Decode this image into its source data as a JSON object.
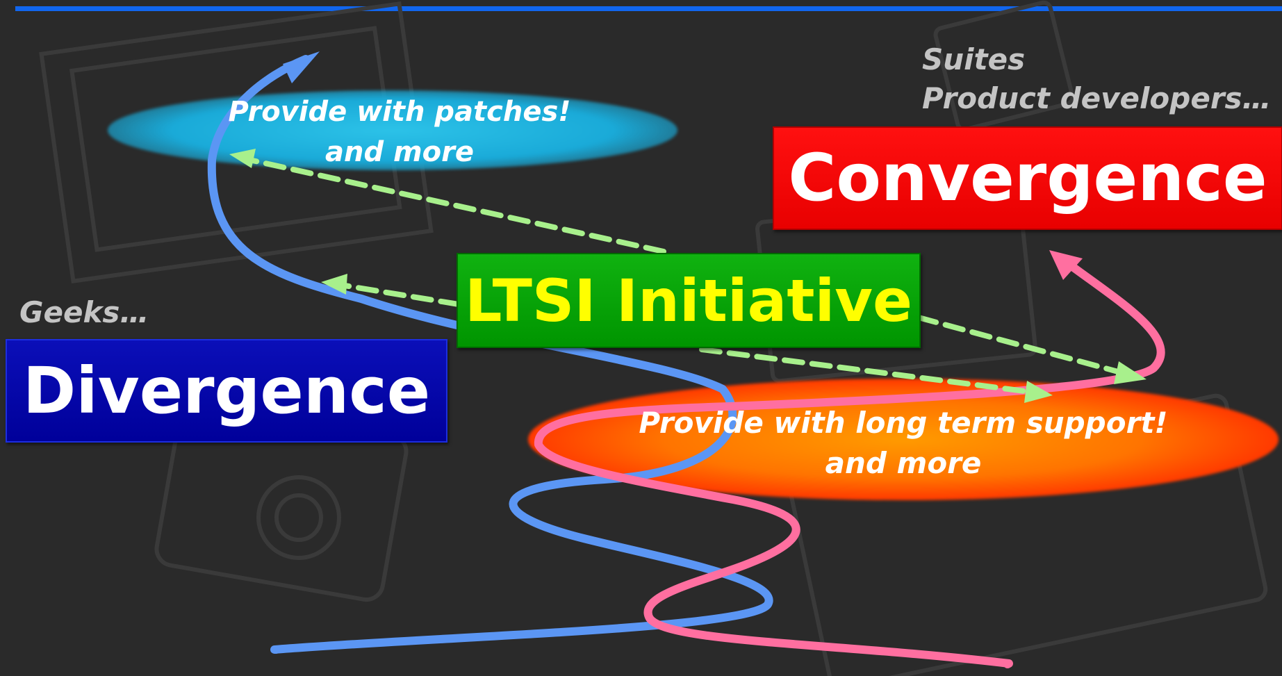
{
  "labels": {
    "top_right_audience_line1": "Suites",
    "top_right_audience_line2": "Product developers…",
    "left_audience": "Geeks…"
  },
  "boxes": {
    "convergence": "Convergence",
    "divergence": "Divergence",
    "initiative": "LTSI Initiative"
  },
  "ellipses": {
    "patches_line1": "Provide with patches!",
    "patches_line2": "and more",
    "lts_line1": "Provide with long term support!",
    "lts_line2": "and more"
  },
  "colors": {
    "background": "#2a2a2a",
    "top_rule": "#1166ee",
    "convergence_box": "#ff0000",
    "divergence_box": "#0000a8",
    "initiative_box": "#00a000",
    "initiative_text": "#ffff00",
    "blue_curve": "#5b96f4",
    "pink_curve": "#ff6fa0",
    "dashed_arrows": "#a8f08c",
    "patches_ellipse": "#1eb4e0",
    "lts_ellipse": "#ff7a00"
  }
}
